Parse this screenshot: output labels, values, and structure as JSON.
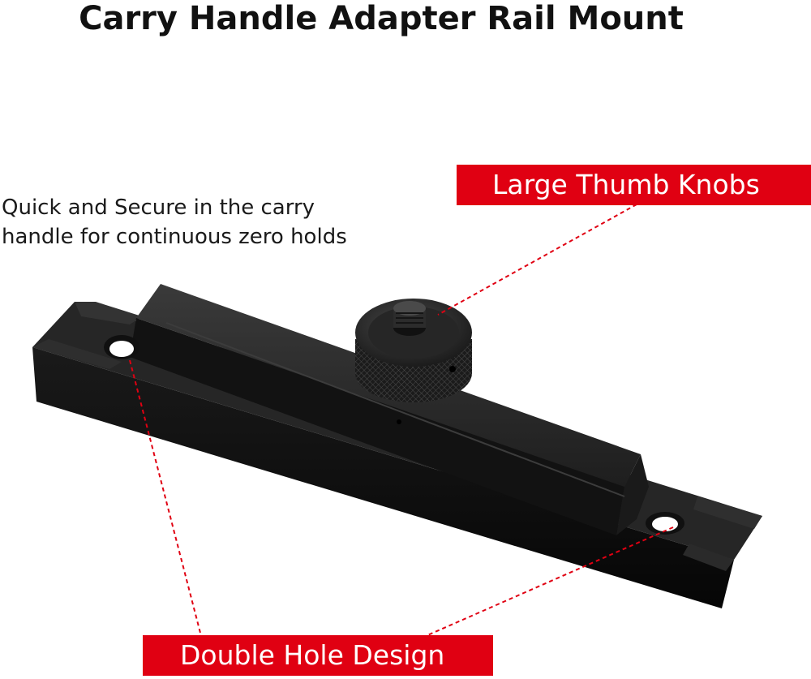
{
  "title": "Carry Handle Adapter Rail Mount",
  "description": "Quick and Secure in the carry handle for continuous zero holds",
  "callouts": {
    "thumb_knobs": "Large Thumb Knobs",
    "double_hole": "Double Hole Design"
  },
  "colors": {
    "callout_bg": "#e00012",
    "callout_text": "#ffffff",
    "leader_line": "#e00012",
    "product_body": "#141414"
  }
}
